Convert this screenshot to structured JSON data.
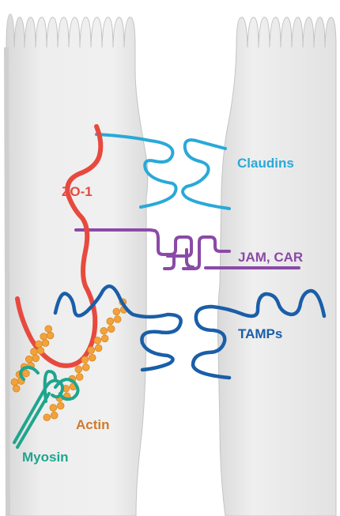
{
  "labels": {
    "claudins": "Claudins",
    "zo1": "ZO-1",
    "jam_car": "JAM, CAR",
    "tamps": "TAMPs",
    "actin": "Actin",
    "myosin": "Myosin"
  },
  "colors": {
    "cell_fill": "#ececec",
    "cell_shade": "#d6d6d6",
    "cell_edge": "#b9b9b9",
    "claudins": "#29a9d8",
    "zo1": "#e8493e",
    "jam_car": "#8a4aa6",
    "tamps": "#1a5ea8",
    "actin": "#f2a23b",
    "actin_dark": "#d8861f",
    "actin_label": "#cf7a2e",
    "myosin": "#1fa58e"
  }
}
